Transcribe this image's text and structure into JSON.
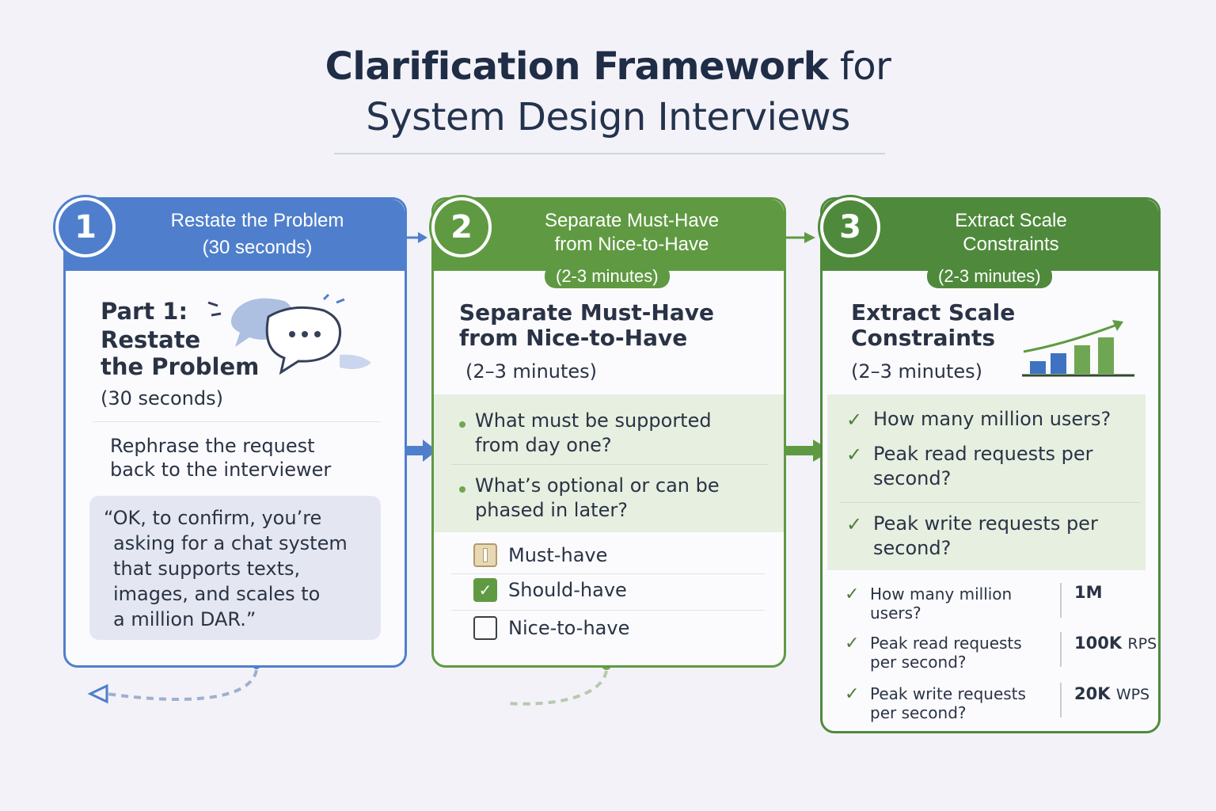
{
  "title": {
    "bold": "Clarification Framework",
    "rest": " for",
    "line2": "System Design Interviews"
  },
  "steps": [
    {
      "number": "1",
      "header_line1": "Restate the Problem",
      "header_line2": "(30 seconds)",
      "heading_line1": "Part 1:",
      "heading_line2": "Restate",
      "heading_line3": "the Problem",
      "duration": "(30 seconds)",
      "description_line1": "Rephrase the request",
      "description_line2": "back to the interviewer",
      "quote_lines": [
        "“OK, to confirm, you’re",
        "asking for a chat system",
        "that supports texts,",
        "images, and scales to",
        "a million DAR.”"
      ],
      "icons": [
        "chat-bubbles"
      ],
      "color": "#4f7fcc"
    },
    {
      "number": "2",
      "header_line1": "Separate Must-Have",
      "header_line2": "from Nice-to-Have",
      "pill": "(2-3 minutes)",
      "heading_line1": "Separate Must-Have",
      "heading_line2": "from Nice-to-Have",
      "duration": "(2–3 minutes)",
      "questions": [
        {
          "line1": "What must be supported",
          "line2": "from day one?"
        },
        {
          "line1": "What’s optional or can be",
          "line2": "phased in later?"
        }
      ],
      "priorities": [
        {
          "label": "Must-have",
          "state": "indeterminate"
        },
        {
          "label": "Should-have",
          "state": "checked"
        },
        {
          "label": "Nice-to-have",
          "state": "unchecked"
        }
      ],
      "color": "#5f9a42"
    },
    {
      "number": "3",
      "header_line1": "Extract Scale",
      "header_line2": "Constraints",
      "pill": "(2-3 minutes)",
      "heading_line1": "Extract Scale",
      "heading_line2": "Constraints",
      "duration": "(2–3 minutes)",
      "questions": [
        {
          "line1": "How many million users?",
          "line2": ""
        },
        {
          "line1": "Peak read requests per",
          "line2": "second?"
        },
        {
          "line1": "Peak write requests per",
          "line2": "second?"
        }
      ],
      "constraints": [
        {
          "q1": "How many million",
          "q2": "users?",
          "value": "1M",
          "unit": ""
        },
        {
          "q1": "Peak read requests",
          "q2": "per second?",
          "value": "100K",
          "unit": "RPS"
        },
        {
          "q1": "Peak write requests",
          "q2": "per second?",
          "value": "20K",
          "unit": "WPS"
        }
      ],
      "icons": [
        "growth-bar-chart"
      ],
      "color": "#4f8a3c"
    }
  ]
}
